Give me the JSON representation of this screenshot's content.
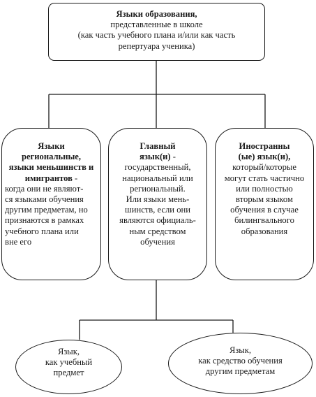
{
  "top_box": {
    "title": "Языки образования,",
    "lines": [
      "представленные в школе",
      "(как часть учебного плана и/или как часть",
      "репертуара ученика)"
    ]
  },
  "left_box": {
    "title_lines": [
      "Языки",
      "региональные,",
      "языки меньшинств и",
      "имигрантов"
    ],
    "title_suffix": " -",
    "lines": [
      "когда они не являют-",
      "ся языками обучения",
      "другим предметам, но",
      "признаются в рамках",
      "учебного плана или",
      "вне его"
    ]
  },
  "middle_box": {
    "title_lines": [
      "Главный",
      "язык(и)"
    ],
    "title_suffix": " -",
    "lines": [
      "государственный,",
      "национальный или",
      "региональный.",
      "Или языки мень-",
      "шинств, если они",
      "являются официаль-",
      "ным средством",
      "обучения"
    ]
  },
  "right_box": {
    "title_lines": [
      "Иностранны",
      "(ые) язык(и),"
    ],
    "lines": [
      "который/которые",
      "могут стать частично",
      "или полностью",
      "вторым языком",
      "обучения в случае",
      "билингвального",
      "образования"
    ]
  },
  "ellipse_left": {
    "lines": [
      "Язык,",
      "как учебный",
      "предмет"
    ]
  },
  "ellipse_right": {
    "lines": [
      "Язык,",
      "как средство обучения",
      "другим предметам"
    ]
  }
}
